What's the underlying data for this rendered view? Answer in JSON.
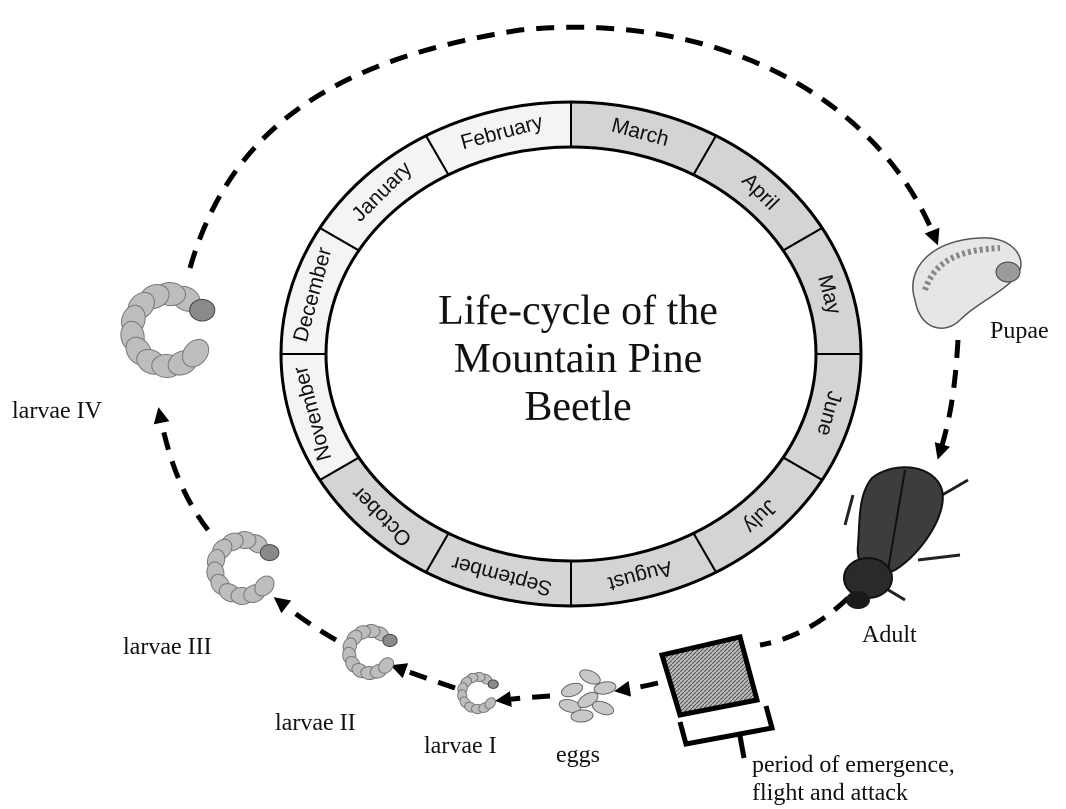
{
  "title_lines": [
    "Life-cycle of the",
    "Mountain Pine",
    "Beetle"
  ],
  "months": [
    "January",
    "February",
    "March",
    "April",
    "May",
    "June",
    "July",
    "August",
    "September",
    "October",
    "November",
    "December"
  ],
  "stages": {
    "pupae": "Pupae",
    "adult": "Adult",
    "eggs": "eggs",
    "larvae_1": "larvae I",
    "larvae_2": "larvae II",
    "larvae_3": "larvae III",
    "larvae_4": "larvae IV"
  },
  "emergence_note": [
    "period of emergence,",
    "flight and attack"
  ],
  "colors": {
    "ring_light": "#f4f4f4",
    "ring_dark": "#d4d4d4",
    "larva_body": "#bdbdbd",
    "beetle": "#3a3a3a"
  }
}
